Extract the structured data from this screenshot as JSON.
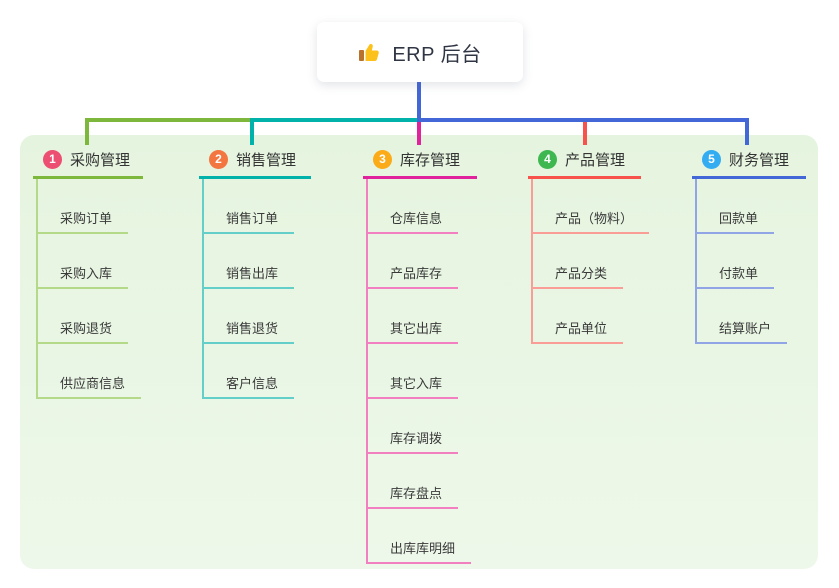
{
  "root": {
    "title": "ERP 后台",
    "icon": "thumbs-up-icon"
  },
  "colors": {
    "root_connector": "#4467d8",
    "panel_background": "#e8f5e3",
    "card_background": "#ffffff",
    "title_text": "#2f3543",
    "branch_text": "#333333",
    "child_text": "#3a3a3a"
  },
  "branches": [
    {
      "num": "1",
      "label": "采购管理",
      "badge_color": "#ec4f71",
      "line_color": "#7db83d",
      "light_color": "#b4d989",
      "children": [
        "采购订单",
        "采购入库",
        "采购退货",
        "供应商信息"
      ]
    },
    {
      "num": "2",
      "label": "销售管理",
      "badge_color": "#f37540",
      "line_color": "#00b2aa",
      "light_color": "#63cfc8",
      "children": [
        "销售订单",
        "销售出库",
        "销售退货",
        "客户信息"
      ]
    },
    {
      "num": "3",
      "label": "库存管理",
      "badge_color": "#fbab18",
      "line_color": "#e0239c",
      "light_color": "#f27fc0",
      "children": [
        "仓库信息",
        "产品库存",
        "其它出库",
        "其它入库",
        "库存调拨",
        "库存盘点",
        "出库库明细"
      ]
    },
    {
      "num": "4",
      "label": "产品管理",
      "badge_color": "#3eb750",
      "line_color": "#f7524b",
      "light_color": "#fa9d96",
      "children": [
        "产品（物料）",
        "产品分类",
        "产品单位"
      ]
    },
    {
      "num": "5",
      "label": "财务管理",
      "badge_color": "#34acf1",
      "line_color": "#4467d8",
      "light_color": "#8fa5e6",
      "children": [
        "回款单",
        "付款单",
        "结算账户"
      ]
    }
  ]
}
